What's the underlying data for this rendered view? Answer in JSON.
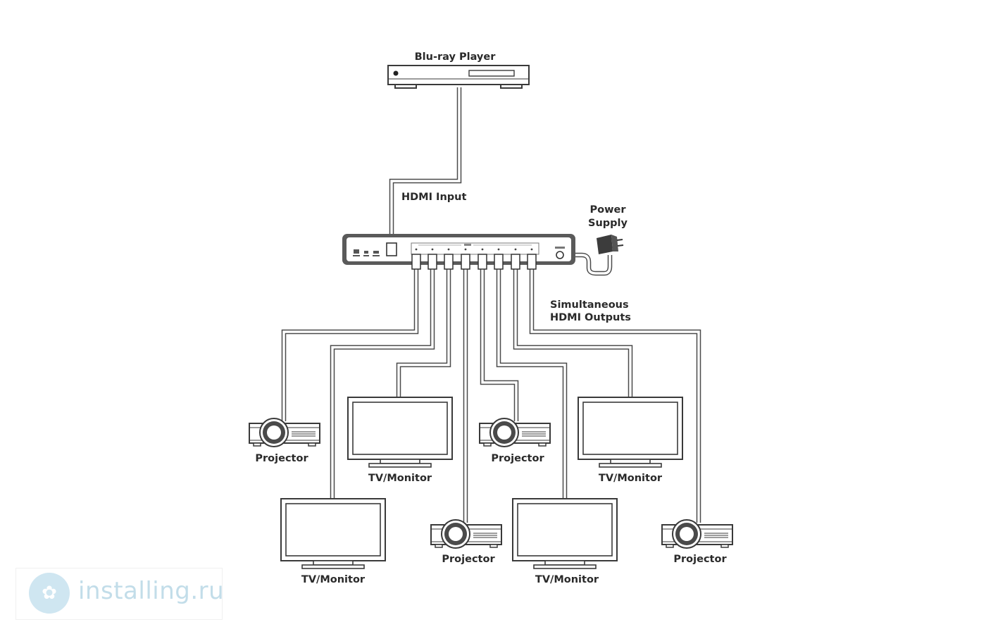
{
  "labels": {
    "source": "Blu-ray Player",
    "hdmi_input": "HDMI Input",
    "power_line1": "Power",
    "power_line2": "Supply",
    "outputs_line1": "Simultaneous",
    "outputs_line2": "HDMI Outputs"
  },
  "outputs": [
    {
      "type": "projector",
      "label": "Projector"
    },
    {
      "type": "tv",
      "label": "TV/Monitor"
    },
    {
      "type": "tv",
      "label": "TV/Monitor"
    },
    {
      "type": "projector",
      "label": "Projector"
    },
    {
      "type": "projector",
      "label": "Projector"
    },
    {
      "type": "tv",
      "label": "TV/Monitor"
    },
    {
      "type": "tv",
      "label": "TV/Monitor"
    },
    {
      "type": "projector",
      "label": "Projector"
    }
  ],
  "watermark": {
    "text": "installing.ru",
    "icon": "globe-logo-icon"
  },
  "colors": {
    "line": "#3a3a3a",
    "cable": "#4a4a4a",
    "watermark": "#c2dde9"
  }
}
